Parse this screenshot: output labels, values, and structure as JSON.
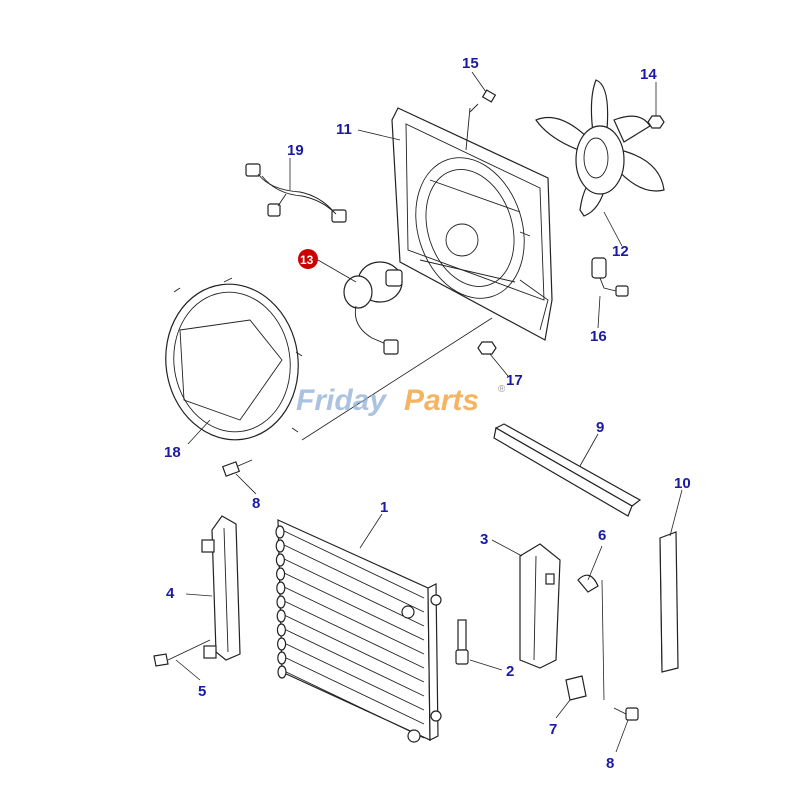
{
  "watermark": {
    "text_a": "Friday",
    "text_b": "Parts",
    "mark": "®",
    "color_a": "#8fb0d6",
    "color_b": "#f2a23c"
  },
  "callouts": {
    "c1": "1",
    "c2": "2",
    "c3": "3",
    "c4": "4",
    "c5": "5",
    "c6": "6",
    "c7": "7",
    "c8a": "8",
    "c8b": "8",
    "c9": "9",
    "c10": "10",
    "c11": "11",
    "c12": "12",
    "c13": "13",
    "c14": "14",
    "c15": "15",
    "c16": "16",
    "c17": "17",
    "c18": "18",
    "c19": "19"
  },
  "highlight": {
    "part": "13",
    "color": "#cc0000"
  },
  "callout_color": "#1a1aa6"
}
